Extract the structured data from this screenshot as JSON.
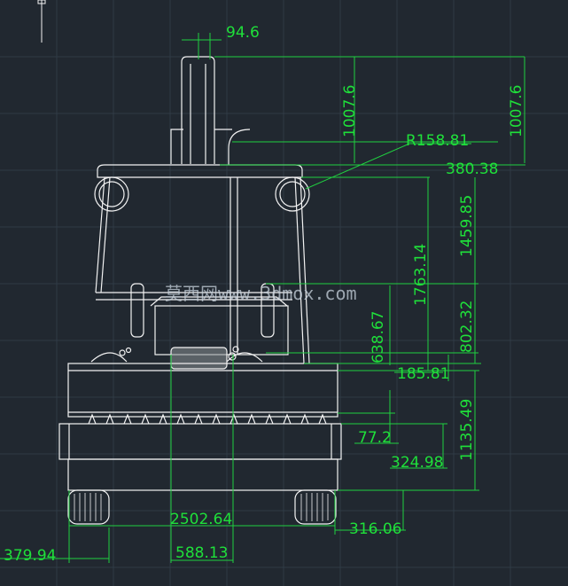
{
  "drawing": {
    "watermark": "莫西网www.3dmox.com",
    "dimensions": [
      {
        "id": "top-width",
        "value": "94.6"
      },
      {
        "id": "mast-upper-height-a",
        "value": "1007.6"
      },
      {
        "id": "mast-upper-height-b",
        "value": "1007.6"
      },
      {
        "id": "lamp-radius",
        "value": "R158.81"
      },
      {
        "id": "roof-offset",
        "value": "380.38"
      },
      {
        "id": "lamp-to-deck-height",
        "value": "1459.85"
      },
      {
        "id": "mast-total-height",
        "value": "1763.14"
      },
      {
        "id": "deck-to-level-height",
        "value": "802.32"
      },
      {
        "id": "rail-height",
        "value": "638.67"
      },
      {
        "id": "deck-step",
        "value": "185.81"
      },
      {
        "id": "blade-offset",
        "value": "77.2"
      },
      {
        "id": "body-step",
        "value": "324.98"
      },
      {
        "id": "body-height",
        "value": "1135.49"
      },
      {
        "id": "track-gauge",
        "value": "2502.64"
      },
      {
        "id": "track-height",
        "value": "316.06"
      },
      {
        "id": "track-width-left",
        "value": "379.94"
      },
      {
        "id": "center-width",
        "value": "588.13"
      }
    ]
  },
  "colors": {
    "background": "#212830",
    "dimension": "#1fe03a",
    "geometry": "#f2f2f2"
  }
}
